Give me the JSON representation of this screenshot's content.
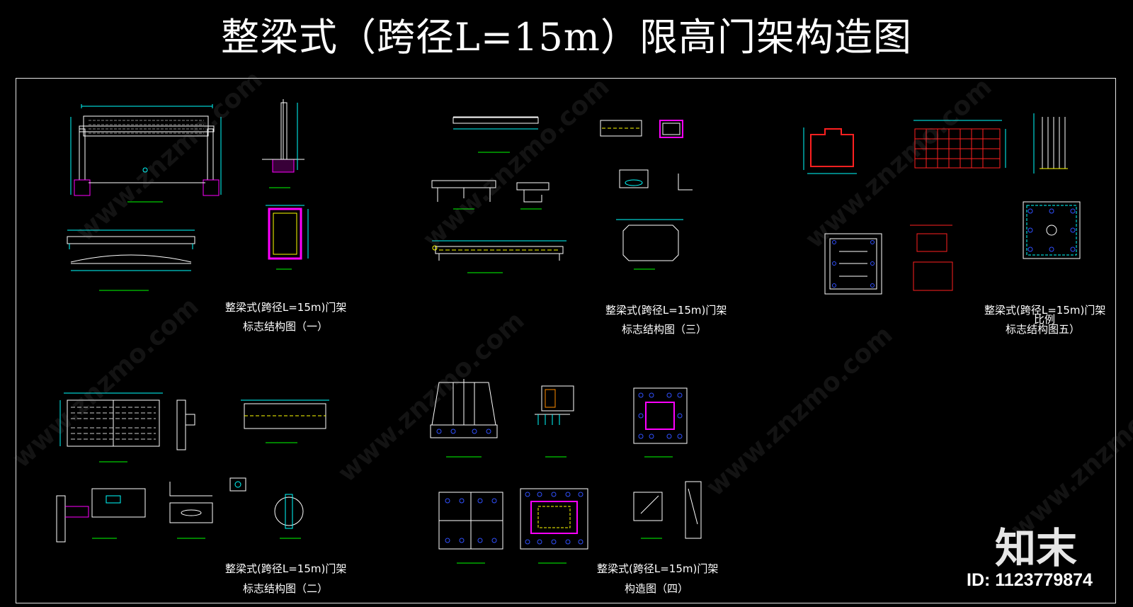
{
  "title": "整梁式（跨径L=15m）限高门架构造图",
  "sheets": [
    {
      "line1": "整梁式(跨径L=15m)门架",
      "line2": "标志结构图（一）"
    },
    {
      "line1": "整梁式(跨径L=15m)门架",
      "line2": "标志结构图（三）"
    },
    {
      "line1": "整梁式(跨径L=15m)门架",
      "line2": "标志结构图五）",
      "extra": "比例"
    },
    {
      "line1": "整梁式(跨径L=15m)门架",
      "line2": "标志结构图（二）"
    },
    {
      "line1": "整梁式(跨径L=15m)门架",
      "line2": "构造图（四）"
    }
  ],
  "watermark": {
    "brand": "知末",
    "site": "www.znzmo.com",
    "id_label": "ID: 1123779874"
  },
  "colors": {
    "background": "#000000",
    "frame": "#e6e6e6",
    "line_cyan": "#00ffff",
    "line_white": "#ffffff",
    "line_red": "#ff2020",
    "line_magenta": "#ff00ff",
    "line_yellow": "#ffff00",
    "line_green": "#00ff00",
    "line_blue": "#3050ff"
  }
}
